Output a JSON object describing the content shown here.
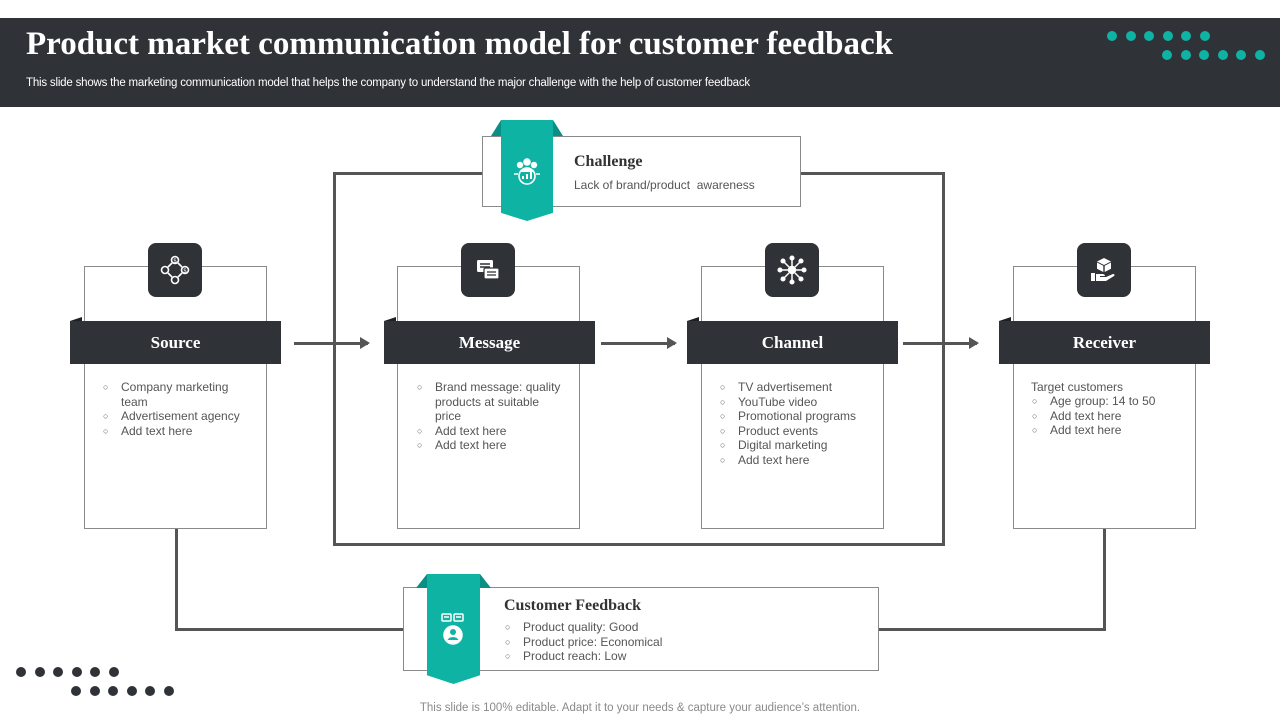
{
  "header": {
    "title": "Product market communication model for customer feedback",
    "subtitle": "This slide shows the marketing communication model that helps the company to understand the major challenge with the help of customer feedback"
  },
  "challenge": {
    "title": "Challenge",
    "text": "Lack of brand/product  awareness",
    "icon": "team-growth-icon"
  },
  "stages": [
    {
      "label": "Source",
      "icon": "money-network-icon",
      "items": [
        "Company marketing team",
        "Advertisement agency",
        "Add text here"
      ]
    },
    {
      "label": "Message",
      "icon": "chat-messages-icon",
      "items": [
        "Brand message: quality products at suitable price",
        "Add text here",
        "Add text here"
      ]
    },
    {
      "label": "Channel",
      "icon": "network-hub-icon",
      "items": [
        "TV advertisement",
        "YouTube video",
        "Promotional programs",
        "Product events",
        "Digital marketing",
        "Add text here"
      ]
    },
    {
      "label": "Receiver",
      "icon": "hand-box-icon",
      "intro": "Target customers",
      "items": [
        "Age group: 14 to 50",
        "Add text here",
        "Add text here"
      ]
    }
  ],
  "feedback": {
    "title": "Customer Feedback",
    "icon": "user-feedback-icon",
    "items": [
      "Product quality: Good",
      "Product price: Economical",
      "Product reach: Low"
    ]
  },
  "footer": "This slide is 100% editable. Adapt it to your needs & capture your audience’s attention.",
  "colors": {
    "dark": "#2f3237",
    "teal": "#0fb3a4",
    "line": "#555555"
  }
}
